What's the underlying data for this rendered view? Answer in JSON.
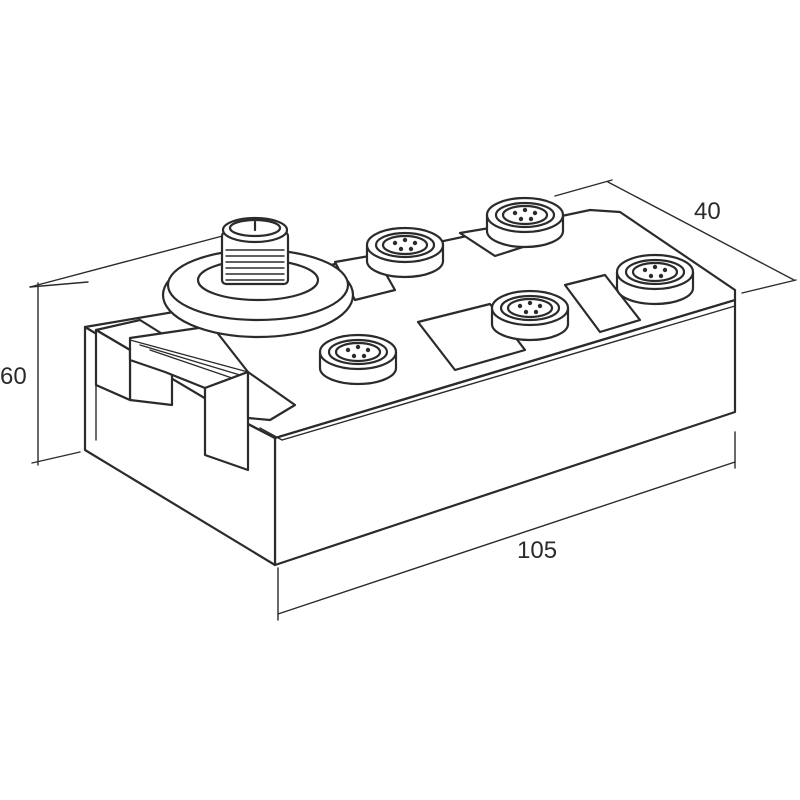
{
  "dimensions": {
    "height": "60",
    "depth": "40",
    "length": "105"
  },
  "connectors": {
    "input_count": 1,
    "output_count": 5
  }
}
